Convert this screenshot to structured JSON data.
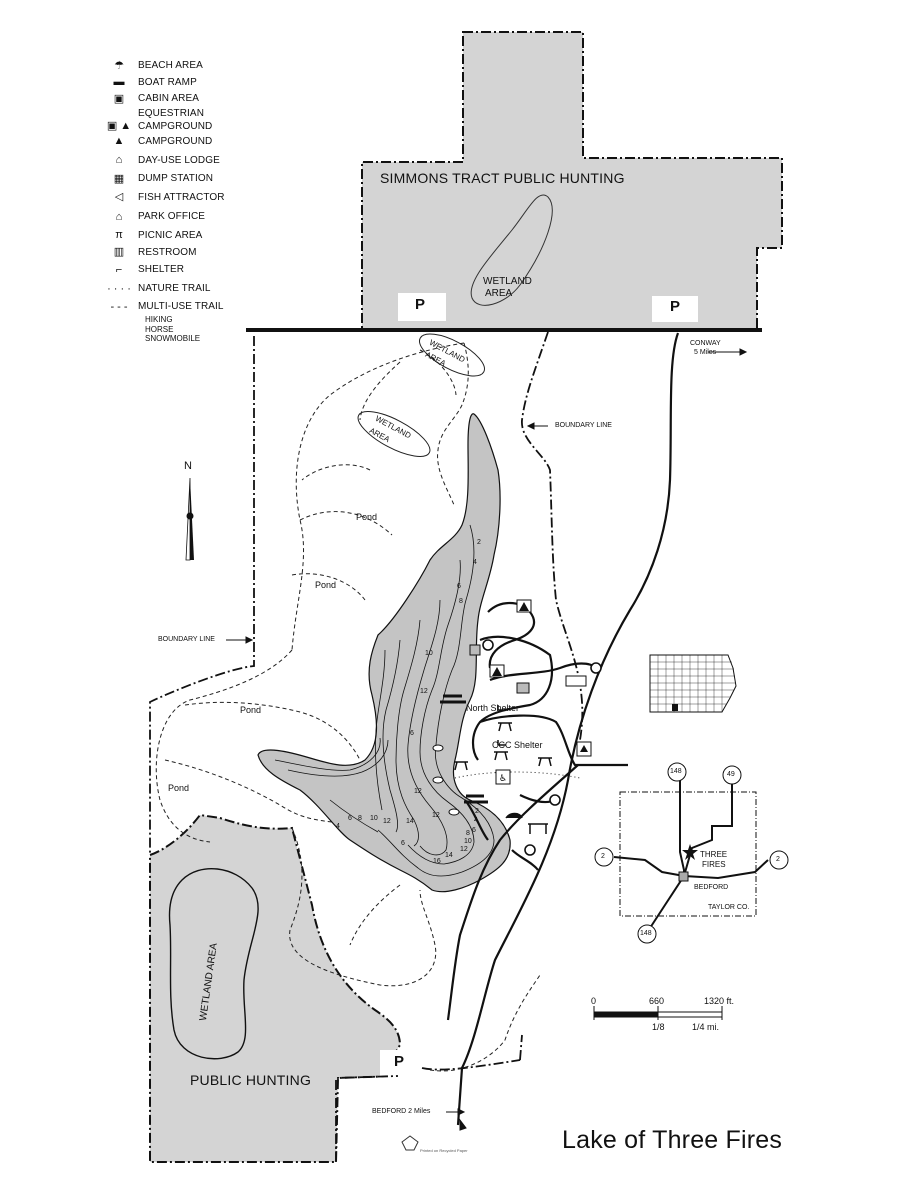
{
  "title": "Lake of Three Fires",
  "legend": [
    {
      "icon": "beach-icon",
      "label": "BEACH AREA"
    },
    {
      "icon": "boat-ramp-icon",
      "label": "BOAT RAMP"
    },
    {
      "icon": "cabin-icon",
      "label": "CABIN AREA"
    },
    {
      "icon": "equestrian-icon",
      "label": "EQUESTRIAN"
    },
    {
      "icon": "",
      "label": "CAMPGROUND"
    },
    {
      "icon": "campground-icon",
      "label": "CAMPGROUND"
    },
    {
      "icon": "lodge-icon",
      "label": "DAY-USE LODGE"
    },
    {
      "icon": "dump-station-icon",
      "label": "DUMP STATION"
    },
    {
      "icon": "fish-icon",
      "label": "FISH ATTRACTOR"
    },
    {
      "icon": "park-office-icon",
      "label": "PARK OFFICE"
    },
    {
      "icon": "picnic-icon",
      "label": "PICNIC AREA"
    },
    {
      "icon": "restroom-icon",
      "label": "RESTROOM"
    },
    {
      "icon": "shelter-icon",
      "label": "SHELTER"
    },
    {
      "icon": "nature-trail-line",
      "label": "NATURE TRAIL"
    },
    {
      "icon": "multi-use-trail-line",
      "label": "MULTI-USE TRAIL"
    }
  ],
  "legend_sub": [
    "HIKING",
    "HORSE",
    "SNOWMOBILE"
  ],
  "labels": {
    "simmons": "SIMMONS TRACT PUBLIC HUNTING",
    "wetland_top_1": "WETLAND",
    "wetland_top_2": "AREA",
    "wetland_a": "WETLAND",
    "wetland_a2": "AREA",
    "wetland_b": "WETLAND",
    "wetland_b2": "AREA",
    "wetland_big": "WETLAND AREA",
    "public_hunting": "PUBLIC HUNTING",
    "parking": "P",
    "boundary_line": "BOUNDARY LINE",
    "conway": "CONWAY",
    "conway_dist": "5 Miles",
    "bedford_dist": "BEDFORD 2 Miles",
    "north": "N",
    "pond": "Pond",
    "north_shelter": "North Shelter",
    "ccc_shelter": "CCC Shelter",
    "three_fires": "THREE",
    "three_fires_2": "FIRES",
    "bedford": "BEDFORD",
    "taylor": "TAYLOR CO.",
    "recycled": "Printed on Recycled Paper"
  },
  "roads": {
    "r148_top": "148",
    "r49": "49",
    "r2_left": "2",
    "r2_right": "2",
    "r148_bottom": "148"
  },
  "scale": {
    "zero": "0",
    "mid": "660",
    "max": "1320 ft.",
    "eighth": "1/8",
    "quarter": "1/4 mi."
  },
  "depths": [
    "2",
    "4",
    "6",
    "8",
    "10",
    "12",
    "6",
    "12",
    "4",
    "6",
    "8",
    "10",
    "12",
    "14",
    "12",
    "6",
    "16",
    "14",
    "12",
    "10",
    "8",
    "6",
    "4",
    "2"
  ]
}
